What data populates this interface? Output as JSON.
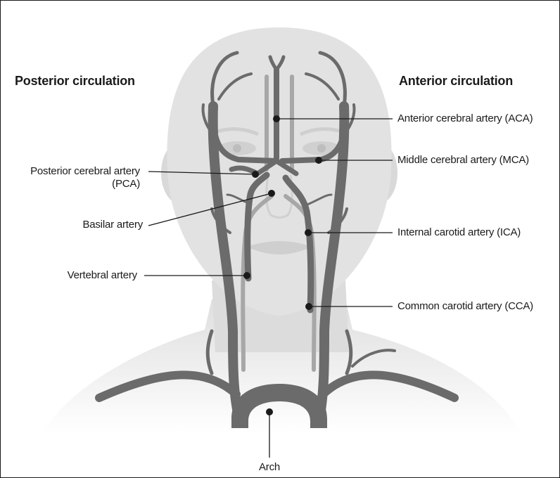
{
  "headings": {
    "posterior": "Posterior circulation",
    "anterior": "Anterior circulation"
  },
  "labels": {
    "aca": "Anterior cerebral artery (ACA)",
    "mca": "Middle cerebral artery (MCA)",
    "pca_line1": "Posterior cerebral artery",
    "pca_line2": "(PCA)",
    "basilar": "Basilar artery",
    "ica": "Internal carotid artery (ICA)",
    "vertebral": "Vertebral artery",
    "cca": "Common carotid artery (CCA)",
    "arch": "Arch"
  },
  "colors": {
    "background": "#ffffff",
    "skin": "#e2e2e2",
    "skin_shade": "#d0d0d0",
    "artery": "#6b6b6b",
    "vertebral_vessel": "#a7a7a7",
    "ink": "#1a1a1a"
  }
}
